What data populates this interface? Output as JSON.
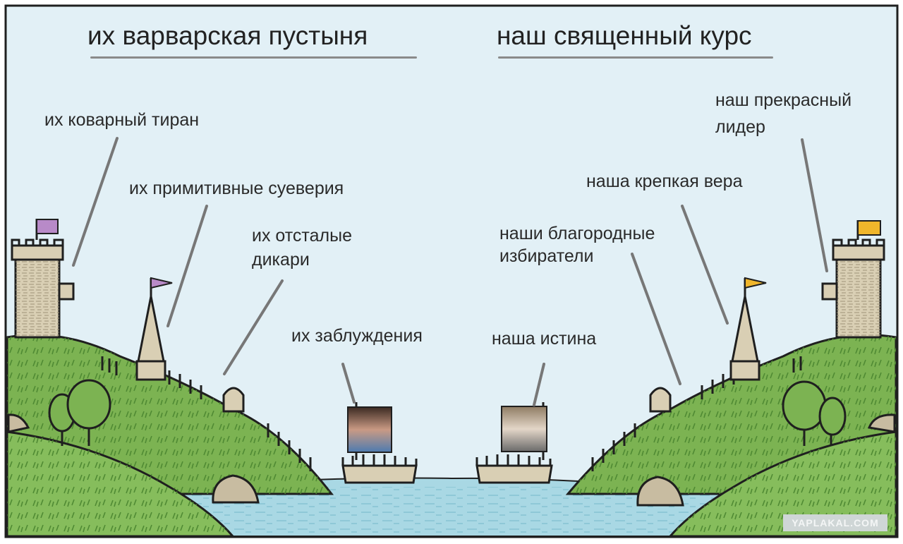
{
  "headings": {
    "left": "их варварская пустыня",
    "right": "наш священный курс"
  },
  "labels": {
    "tyrant": "их коварный тиран",
    "superstitions": "их примитивные суеверия",
    "savages_line1": "их отсталые",
    "savages_line2": "дикари",
    "delusions": "их заблуждения",
    "leader_line1": "наш прекрасный",
    "leader_line2": "лидер",
    "faith": "наша крепкая вера",
    "voters_line1": "наши благородные",
    "voters_line2": "избиратели",
    "truth": "наша истина"
  },
  "watermark": "YAPLAKAL.COM",
  "colors": {
    "sky": "#e2f0f6",
    "water": "#a9d8e4",
    "hill": "#7cb352",
    "hill_dark": "#5e9a3c",
    "stone": "#d9cfb4",
    "left_flag": "#b88ac8",
    "right_flag": "#f0b62b",
    "outline": "#1f1f1f"
  }
}
